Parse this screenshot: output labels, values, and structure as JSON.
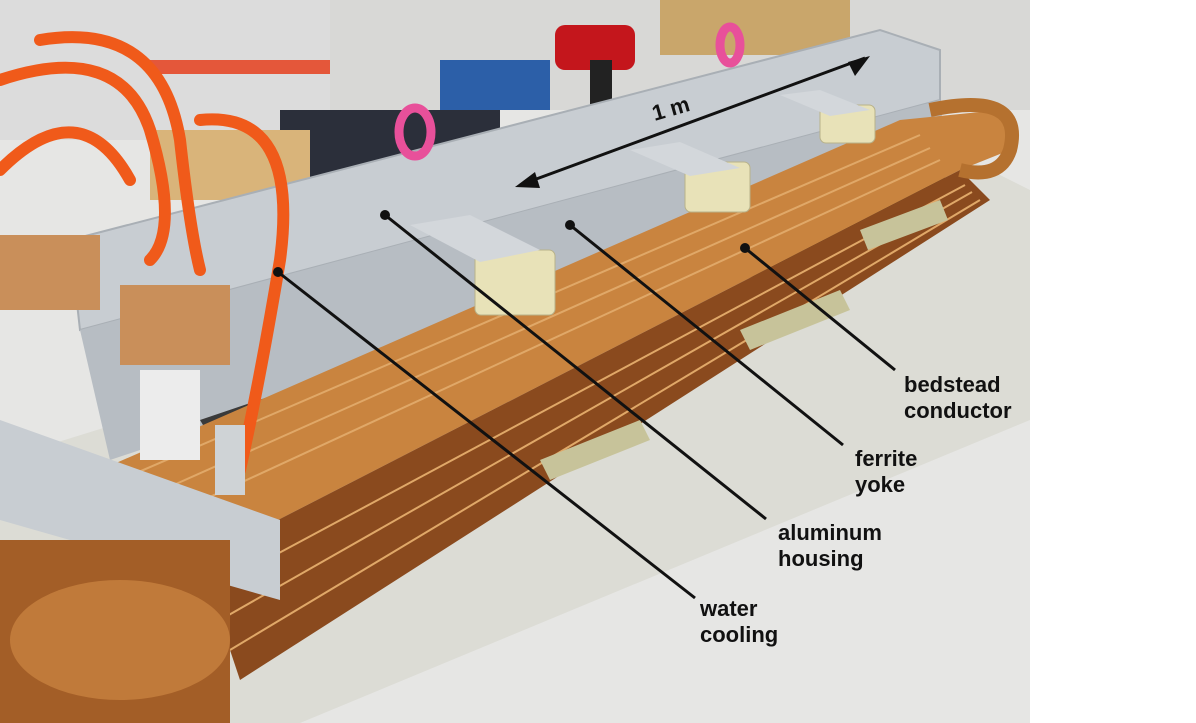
{
  "measure": {
    "text": "1 m"
  },
  "labels": {
    "bedstead": {
      "line1": "bedstead",
      "line2": "conductor"
    },
    "ferrite": {
      "line1": "ferrite",
      "line2": "yoke"
    },
    "aluminum": {
      "line1": "aluminum",
      "line2": "housing"
    },
    "water": {
      "line1": "water",
      "line2": "cooling"
    }
  },
  "colors": {
    "copper": "#c9843f",
    "copper_dark": "#8a4a1e",
    "aluminum": "#c8cdd2",
    "ferrite": "#3a3a3a",
    "hose": "#f05a1a",
    "floor": "#e9e9e9",
    "lifting_ring": "#e8509a"
  }
}
